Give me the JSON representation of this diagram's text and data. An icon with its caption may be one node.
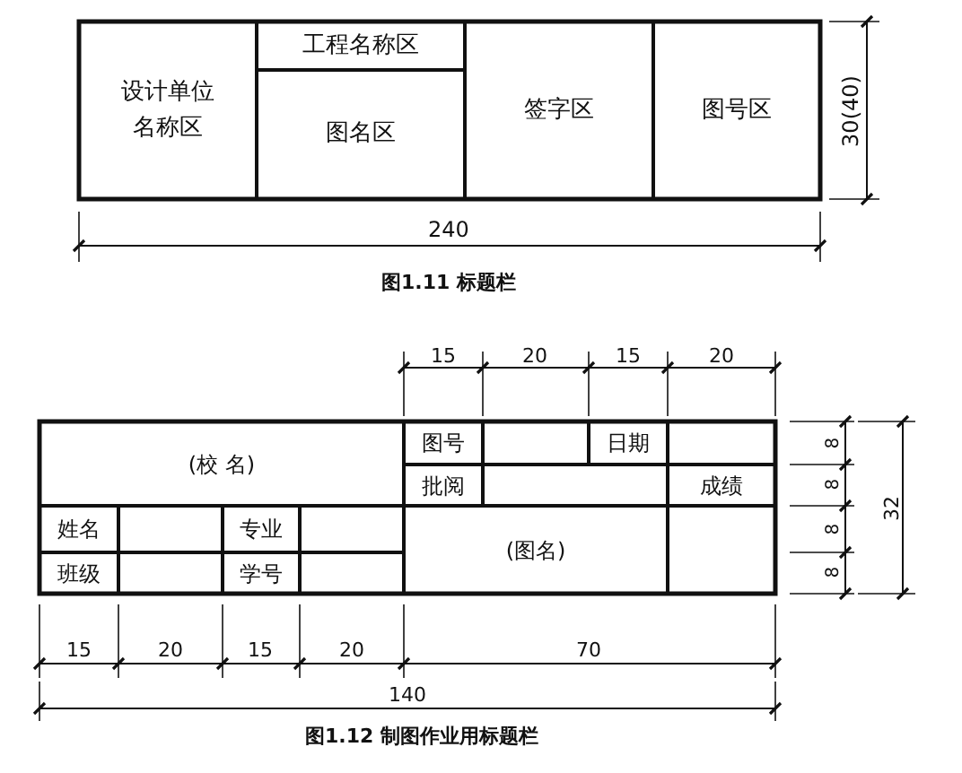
{
  "diagram": {
    "nodes": [
      {
        "text": [
          "设计单位名称区"
        ]
      },
      {
        "text": [
          "工程名称区"
        ]
      },
      {
        "text": [
          "图名区"
        ]
      },
      {
        "text": [
          "签字区"
        ]
      },
      {
        "text": [
          "图号区"
        ]
      },
      {
        "text": [
          "(校 名)"
        ]
      },
      {
        "text": [
          "图号"
        ]
      },
      {
        "text": [],
        "shape": "box"
      },
      {
        "text": [
          "日期"
        ]
      },
      {
        "text": [],
        "shape": "box"
      },
      {
        "text": [
          "批阅"
        ]
      },
      {
        "text": [],
        "shape": "box"
      },
      {
        "text": [
          "成绩"
        ]
      },
      {
        "text": [
          "姓名"
        ]
      },
      {
        "text": [],
        "shape": "box"
      },
      {
        "text": [
          "专业"
        ]
      },
      {
        "text": [],
        "shape": "box"
      },
      {
        "text": [
          "(图名)"
        ]
      },
      {
        "text": [],
        "shape": "box"
      },
      {
        "text": [
          "班级"
        ]
      },
      {
        "text": [],
        "shape": "box"
      },
      {
        "text": [
          "学号"
        ]
      },
      {
        "text": [],
        "shape": "box"
      }
    ],
    "labels": [
      "30(40)",
      "240",
      "图1.11 标题栏",
      "15",
      "20",
      "15",
      "20",
      "8",
      "32",
      "8",
      "8",
      "8",
      "15",
      "20",
      "15",
      "20",
      "70",
      "140",
      "图1.12 制图作业用标题栏"
    ]
  }
}
